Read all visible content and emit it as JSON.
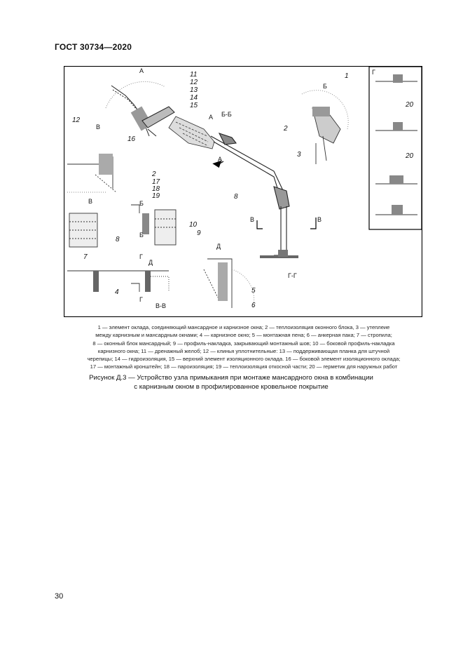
{
  "header": {
    "doc_id": "ГОСТ 30734—2020"
  },
  "figure": {
    "labels": {
      "A_top": "А",
      "n11": "11",
      "n12": "12",
      "n13": "13",
      "n14": "14",
      "n15": "15",
      "n1": "1",
      "B_top": "Б",
      "BB_section": "Б-Б",
      "A_mid": "А",
      "n12_left": "12",
      "V_left": "В",
      "n16": "16",
      "n2_right": "2",
      "n3": "3",
      "A_arrow": "А",
      "n2": "2",
      "n17": "17",
      "n18": "18",
      "n19": "19",
      "n8_mid": "8",
      "V_sec": "В",
      "B_arrow1": "Б",
      "B_arrow2": "Б",
      "n8_left": "8",
      "n7": "7",
      "n10": "10",
      "n9": "9",
      "D_top": "Д",
      "V_arrow_l": "В",
      "V_arrow_r": "В",
      "G_arrow1": "Г",
      "D_arrow": "Д",
      "G_arrow2": "Г",
      "n4": "4",
      "VV_section": "В-В",
      "GG_section": "Г-Г",
      "n5": "5",
      "n6": "6",
      "G_panel": "Г",
      "n20a": "20",
      "n20b": "20"
    }
  },
  "legend": {
    "line1": "1 — элемент оклада, соединяющий мансардное и карнизное окна; 2 — теплоизоляция оконного блока, 3 — утеплеие",
    "line2": "между карнизным и мансардным окнами; 4 — карнизное окно; 5 — монтажная пена; 6 — анкерная пака; 7 — стропила;",
    "line3": "8 — оконный блок мансардный; 9 — профиль-накладка, закрывающий монтажный шов; 10 — боковой профиль-накладка",
    "line4": "карнизного окна; 11 — дренажный желоб; 12 — клинья уплотнительные: 13 — поддерживающая планка для штучной",
    "line5": "черепицы; 14 — гидроизоляция, 15 — верхний элемент изоляционного оклада. 16 — боковой элемент изоляционного оклада;",
    "line6": "17 — монтажный кронштейн; 18 — пароизоляция; 19 — теплоизоляция откосной части; 20 — герметик для наружных работ"
  },
  "caption": {
    "line1": "Рисунок Д.3 — Устройство узла примыкания при монтаже мансардного окна в комбинации",
    "line2": "с карнизным окном в профилированное кровельное покрытие"
  },
  "page_number": "30"
}
